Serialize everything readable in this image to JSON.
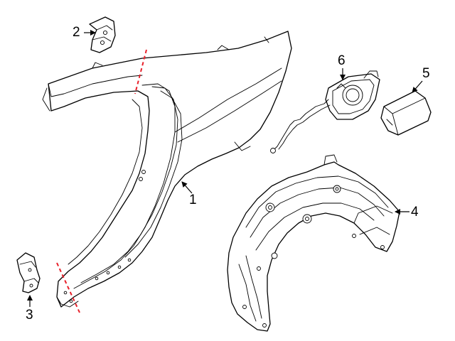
{
  "colors": {
    "line": "#000000",
    "cut_line": "#e8202a",
    "background": "#ffffff"
  },
  "callouts": [
    {
      "id": "1",
      "label": "1"
    },
    {
      "id": "2",
      "label": "2"
    },
    {
      "id": "3",
      "label": "3"
    },
    {
      "id": "4",
      "label": "4"
    },
    {
      "id": "5",
      "label": "5"
    },
    {
      "id": "6",
      "label": "6"
    }
  ]
}
